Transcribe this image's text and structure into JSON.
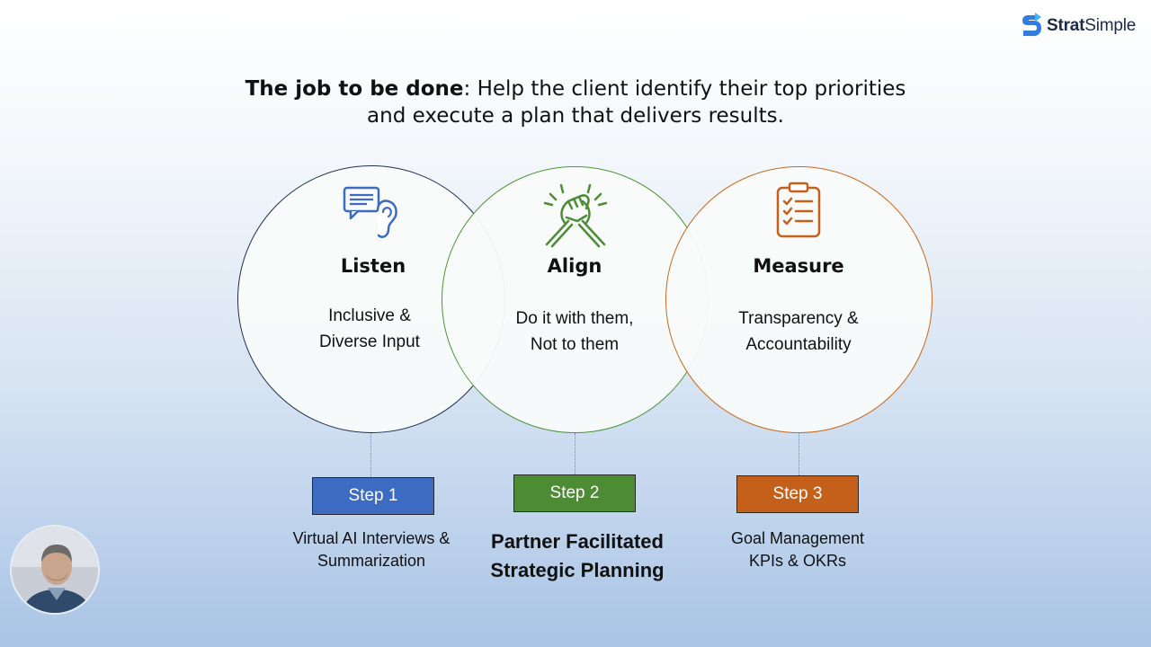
{
  "brand": {
    "name_bold": "Strat",
    "name_regular": "Simple"
  },
  "headline": {
    "bold": "The job to be done",
    "line1_rest": ": Help the client identify their top priorities",
    "line2": "and execute a plan that delivers results."
  },
  "pillars": [
    {
      "title": "Listen",
      "line1": "Inclusive &",
      "line2": "Diverse Input",
      "icon": "chat-ear-icon",
      "color": "#3d6bc1"
    },
    {
      "title": "Align",
      "line1": "Do it with them,",
      "line2": "Not to them",
      "icon": "handshake-icon",
      "color": "#4d8c34"
    },
    {
      "title": "Measure",
      "line1": "Transparency &",
      "line2": "Accountability",
      "icon": "clipboard-checklist-icon",
      "color": "#c4601a"
    }
  ],
  "steps": [
    {
      "label": "Step 1",
      "desc_line1": "Virtual AI Interviews &",
      "desc_line2": "Summarization"
    },
    {
      "label": "Step 2",
      "desc_line1": "Partner Facilitated",
      "desc_line2": "Strategic Planning"
    },
    {
      "label": "Step 3",
      "desc_line1": "Goal Management",
      "desc_line2": "KPIs & OKRs"
    }
  ]
}
